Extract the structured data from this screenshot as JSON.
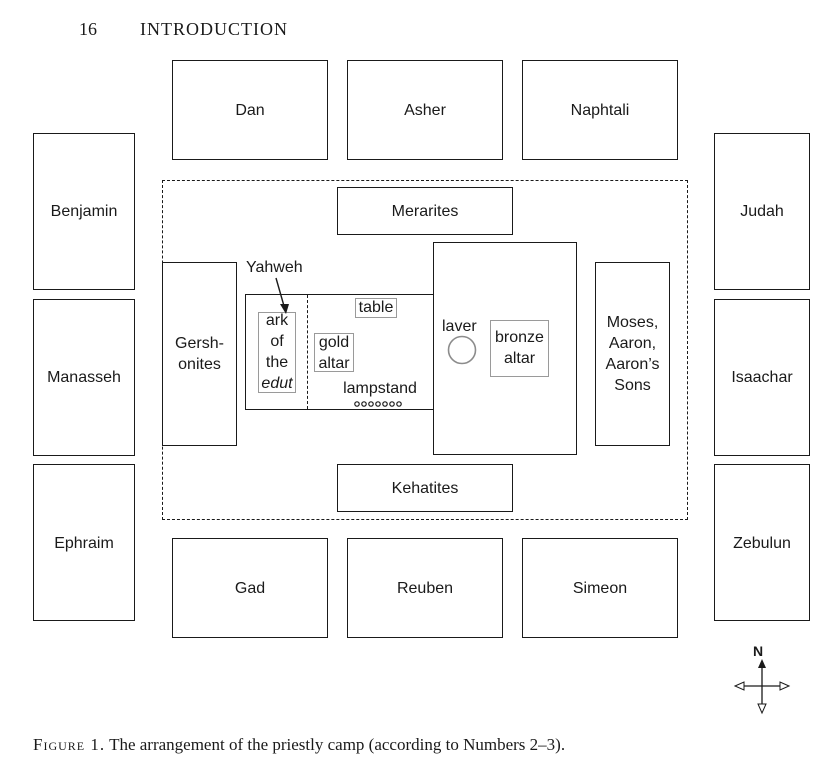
{
  "header": {
    "page_number": "16",
    "running_title": "INTRODUCTION"
  },
  "tribes": {
    "north": [
      "Dan",
      "Asher",
      "Naphtali"
    ],
    "south": [
      "Gad",
      "Reuben",
      "Simeon"
    ],
    "west": [
      "Benjamin",
      "Manasseh",
      "Ephraim"
    ],
    "east": [
      "Judah",
      "Isaachar",
      "Zebulun"
    ]
  },
  "levites": {
    "merarites": "Merarites",
    "kehatites": "Kehatites",
    "gershonites": [
      "Gersh-",
      "onites"
    ],
    "moses_aaron": [
      "Moses,",
      "Aaron,",
      "Aaron’s",
      "Sons"
    ]
  },
  "tabernacle": {
    "yahweh": "Yahweh",
    "ark": [
      "ark",
      "of",
      "the",
      "edut"
    ],
    "table": "table",
    "gold_altar": [
      "gold",
      "altar"
    ],
    "lampstand": "lampstand",
    "laver": "laver",
    "bronze_altar": [
      "bronze",
      "altar"
    ]
  },
  "compass": {
    "north_label": "N"
  },
  "caption": {
    "label": "Figure 1.",
    "text": " The arrangement of the priestly camp (according to Numbers 2–3)."
  }
}
